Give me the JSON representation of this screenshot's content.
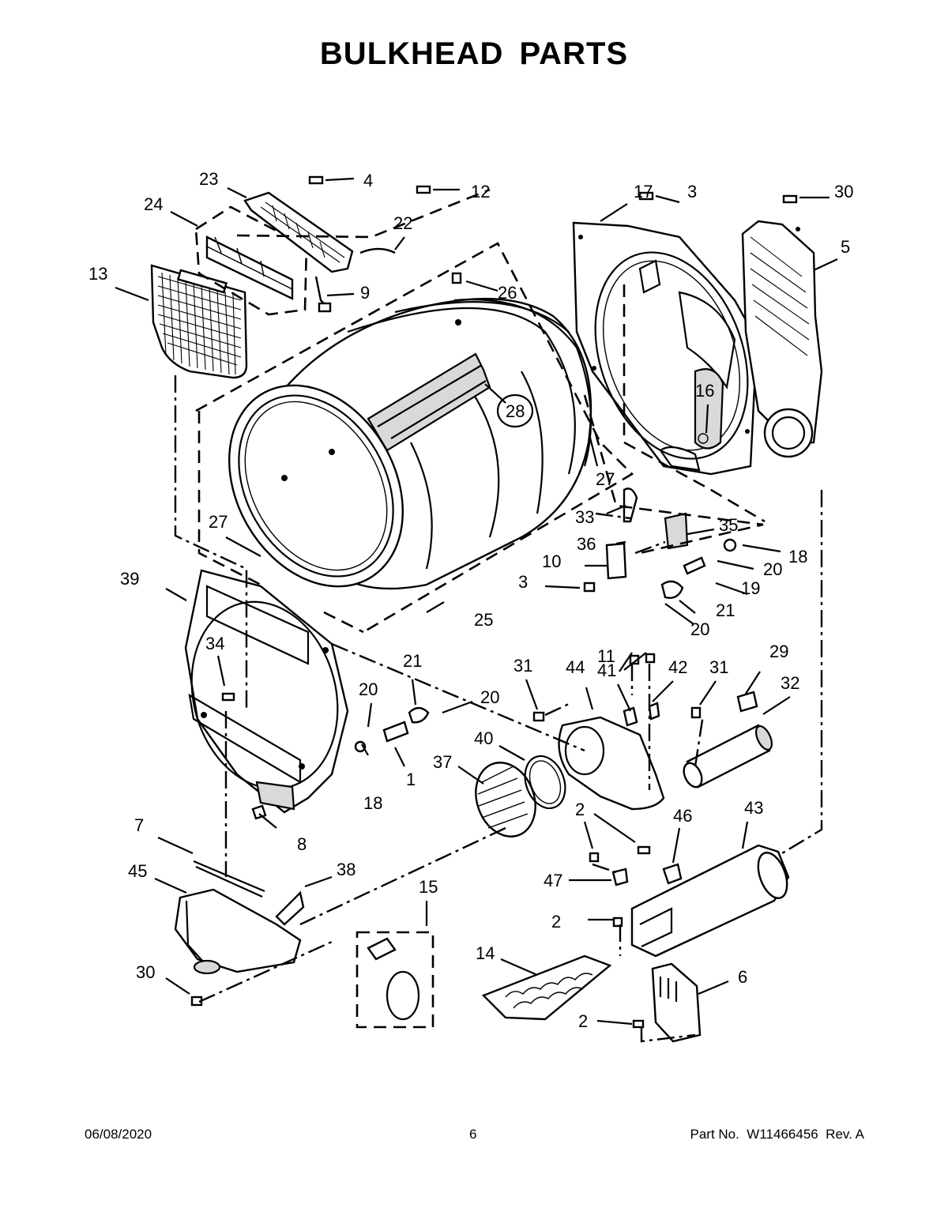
{
  "title": "BULKHEAD PARTS",
  "footer": {
    "date": "06/08/2020",
    "page": "6",
    "part_no": "Part No.  W11466456  Rev. A"
  },
  "callouts": [
    "23",
    "4",
    "12",
    "24",
    "22",
    "13",
    "9",
    "26",
    "28",
    "17",
    "3",
    "30",
    "5",
    "16",
    "27",
    "27",
    "33",
    "35",
    "36",
    "18",
    "10",
    "20",
    "3",
    "19",
    "21",
    "20",
    "25",
    "39",
    "34",
    "11",
    "31",
    "44",
    "41",
    "42",
    "31",
    "29",
    "32",
    "21",
    "20",
    "20",
    "40",
    "37",
    "18",
    "1",
    "8",
    "7",
    "2",
    "46",
    "43",
    "38",
    "45",
    "47",
    "15",
    "2",
    "14",
    "6",
    "2",
    "30"
  ]
}
